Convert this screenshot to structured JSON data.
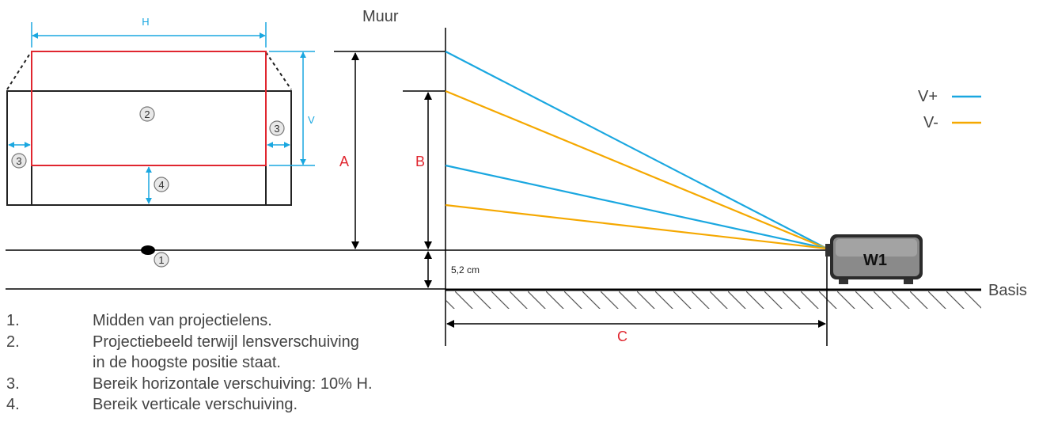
{
  "labels": {
    "wall": "Muur",
    "base": "Basis",
    "h": "H",
    "v": "V",
    "a": "A",
    "b": "B",
    "c": "C",
    "offset": "5,2 cm",
    "projector": "W1"
  },
  "markers": [
    "1",
    "2",
    "3",
    "3",
    "4"
  ],
  "series": [
    {
      "name": "V+",
      "color": "#1aa7e0"
    },
    {
      "name": "V-",
      "color": "#f5a800"
    }
  ],
  "colors": {
    "accent_red": "#e0262f",
    "dim_cyan": "#1aa7e0",
    "line": "#000000",
    "text": "#444444"
  },
  "legend": [
    {
      "num": "1.",
      "lines": [
        "Midden van projectielens."
      ]
    },
    {
      "num": "2.",
      "lines": [
        "Projectiebeeld terwijl lensverschuiving",
        "in de hoogste positie staat."
      ]
    },
    {
      "num": "3.",
      "lines": [
        "Bereik horizontale verschuiving: 10% H."
      ]
    },
    {
      "num": "4.",
      "lines": [
        "Bereik verticale verschuiving."
      ]
    }
  ]
}
